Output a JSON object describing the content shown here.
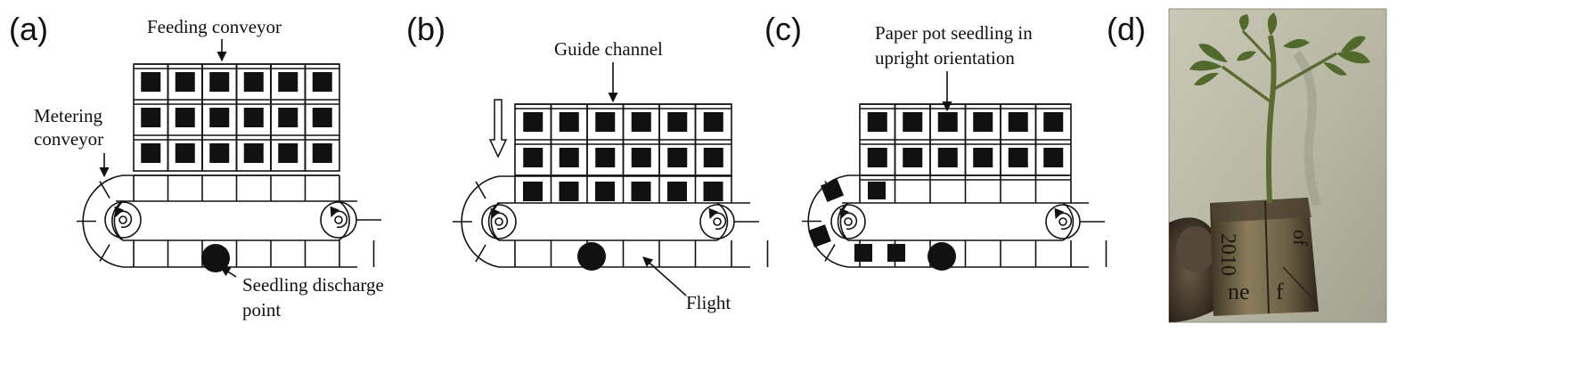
{
  "panels": {
    "a": {
      "letter": "(a)",
      "feeding_conveyor": "Feeding conveyor",
      "metering_line1": "Metering",
      "metering_line2": "conveyor",
      "discharge_line1": "Seedling discharge",
      "discharge_line2": "point"
    },
    "b": {
      "letter": "(b)",
      "guide_channel": "Guide channel",
      "flight": "Flight"
    },
    "c": {
      "letter": "(c)",
      "upright_line1": "Paper pot seedling in",
      "upright_line2": "upright orientation"
    },
    "d": {
      "letter": "(d)",
      "pot_print_1": "2010",
      "pot_print_2": "ne",
      "pot_print_3": "f",
      "pot_print_4": "of"
    }
  }
}
